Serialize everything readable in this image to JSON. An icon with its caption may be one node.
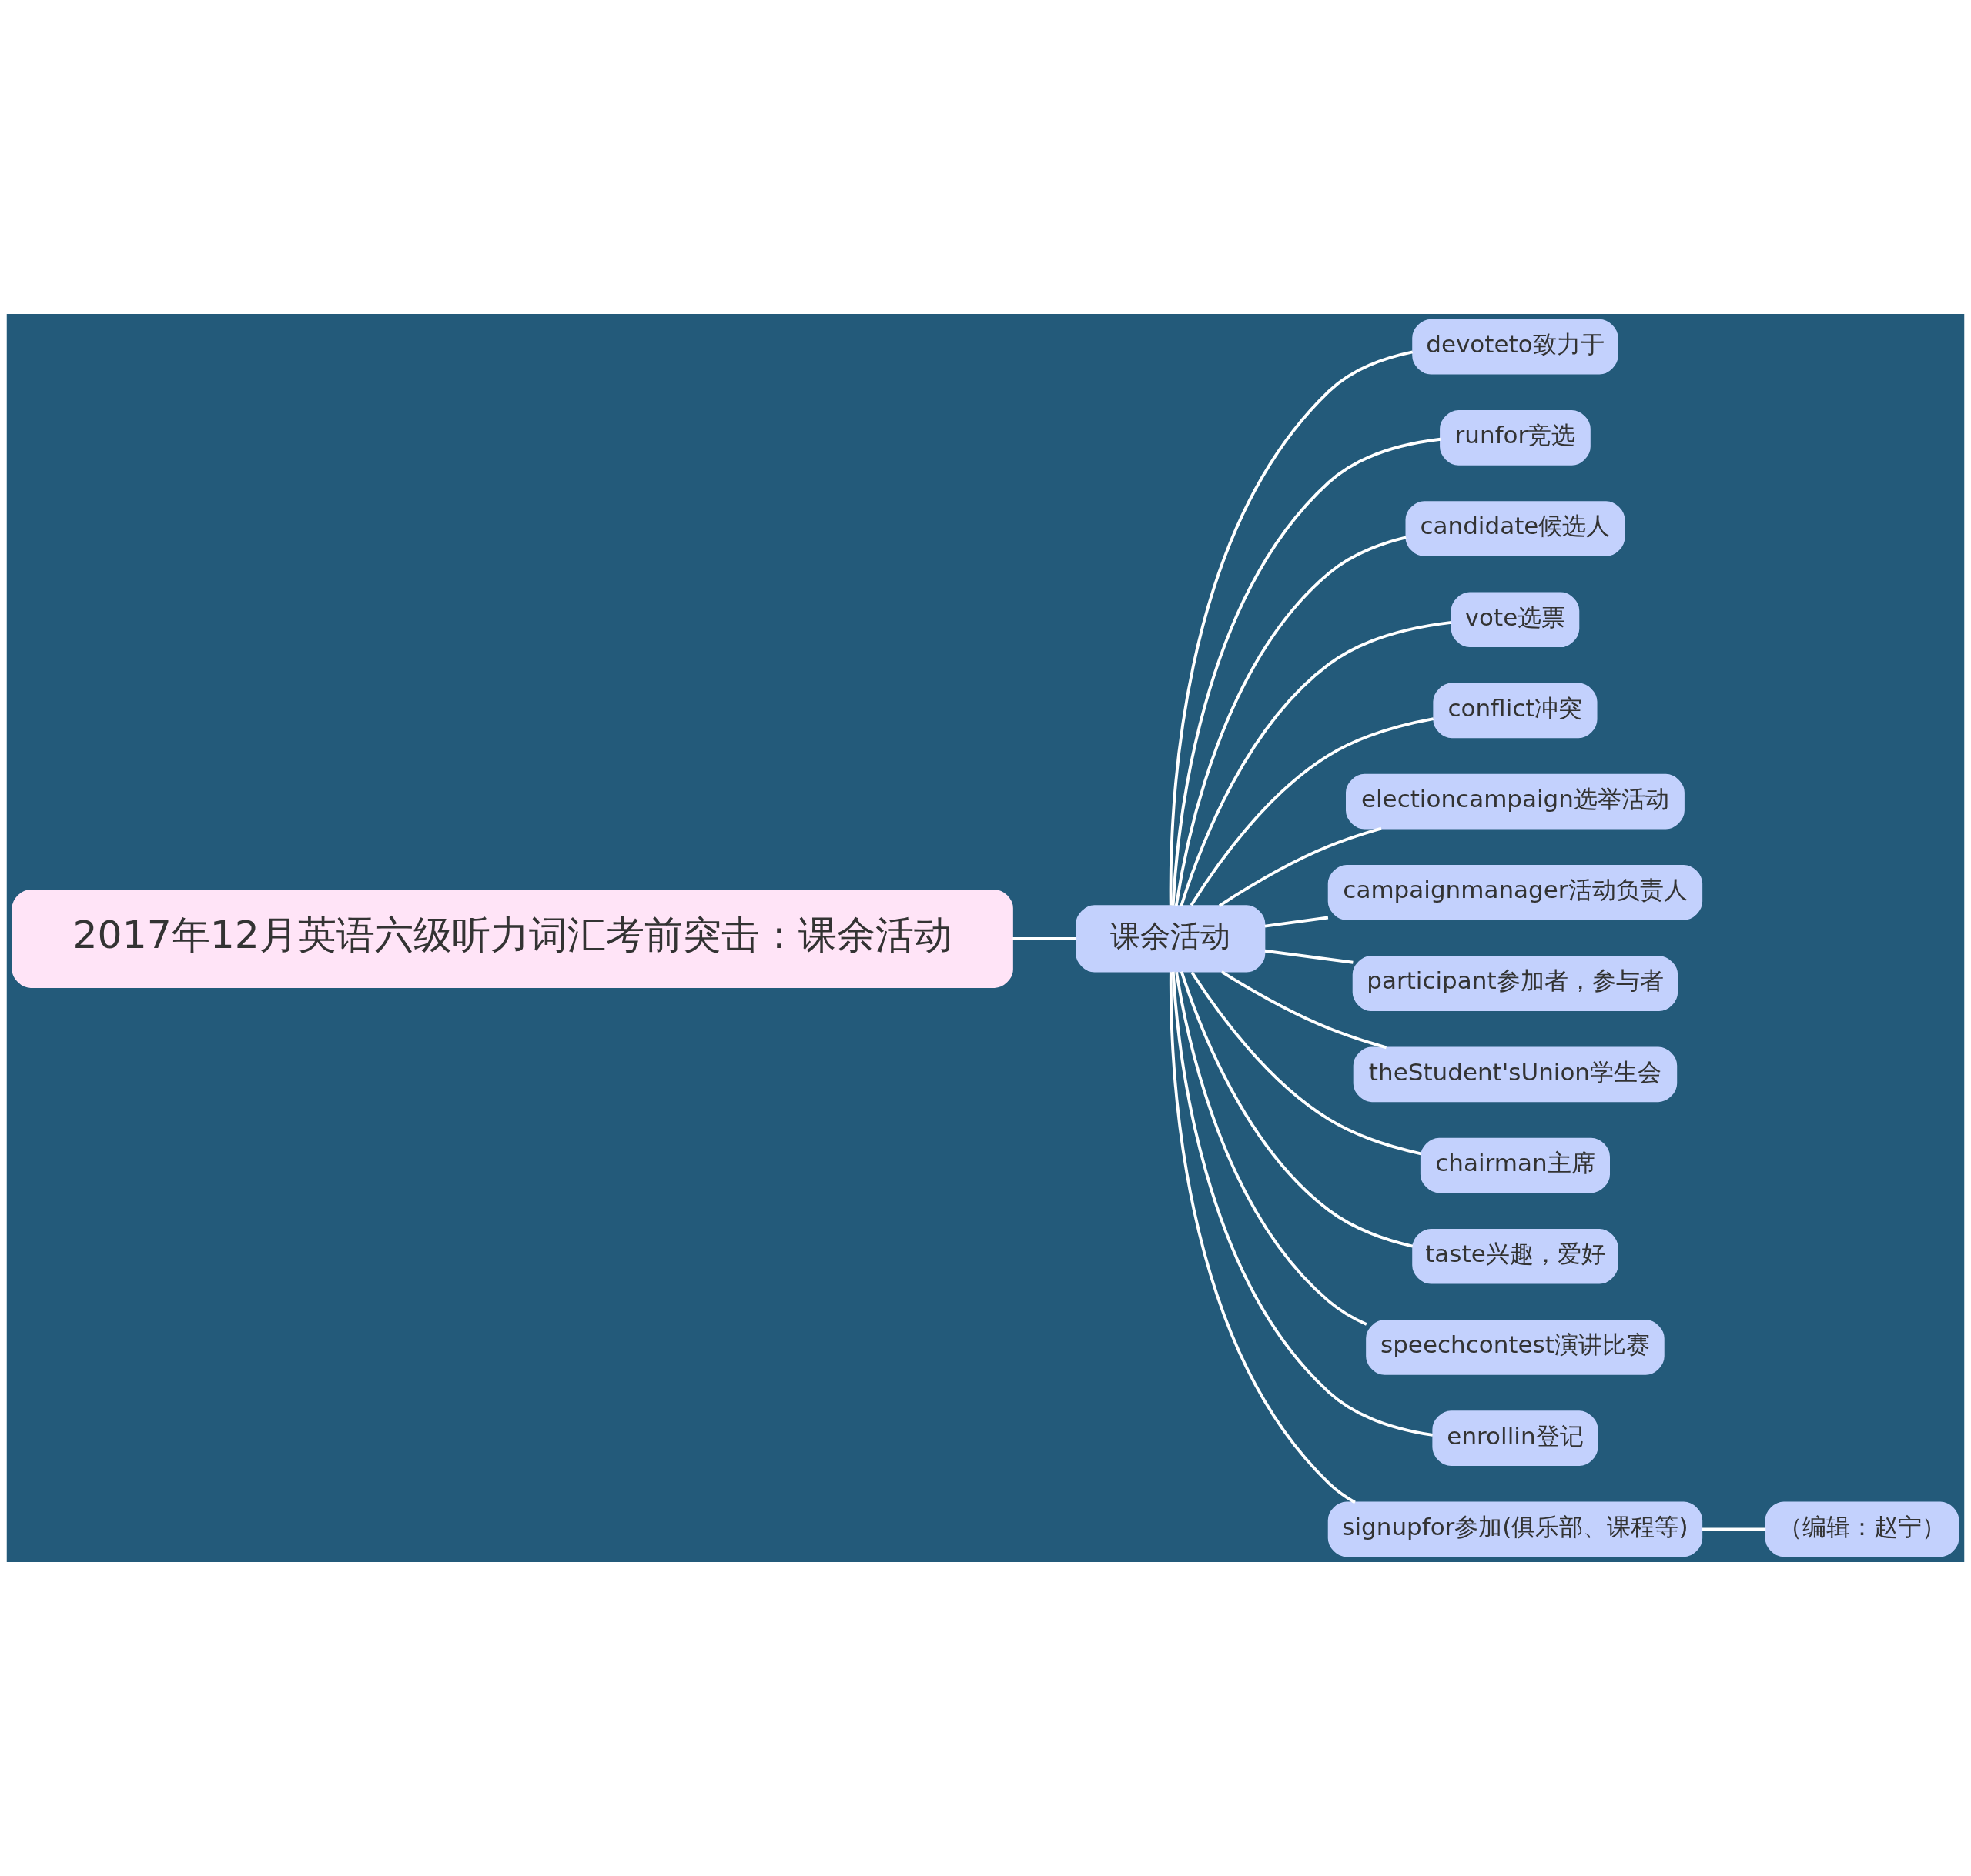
{
  "diagram": {
    "nodes": [
      {
        "text": [
          "2017年12月英语六级听力词汇考前突击：课余活动"
        ]
      },
      {
        "text": [
          "课余活动"
        ]
      },
      {
        "text": [
          "devoteto致力于"
        ]
      },
      {
        "text": [
          "runfor竞选"
        ]
      },
      {
        "text": [
          "candidate候选人"
        ]
      },
      {
        "text": [
          "vote选票"
        ]
      },
      {
        "text": [
          "conflict冲突"
        ]
      },
      {
        "text": [
          "electioncampaign选举活动"
        ]
      },
      {
        "text": [
          "campaignmanager活动负责人"
        ]
      },
      {
        "text": [
          "participant参加者，参与者"
        ]
      },
      {
        "text": [
          "theStudent'sUnion学生会"
        ]
      },
      {
        "text": [
          "chairman主席"
        ]
      },
      {
        "text": [
          "taste兴趣，爱好"
        ]
      },
      {
        "text": [
          "speechcontest演讲比赛"
        ]
      },
      {
        "text": [
          "enrollin登记"
        ]
      },
      {
        "text": [
          "signupfor参加(俱乐部、课程等)"
        ]
      },
      {
        "text": [
          "（编辑：赵宁）"
        ]
      }
    ],
    "edges": [
      {
        "from": 0,
        "to": 1,
        "arrow": "none"
      },
      {
        "from": 1,
        "to": 2,
        "arrow": "none"
      },
      {
        "from": 1,
        "to": 3,
        "arrow": "none"
      },
      {
        "from": 1,
        "to": 4,
        "arrow": "none"
      },
      {
        "from": 1,
        "to": 5,
        "arrow": "none"
      },
      {
        "from": 1,
        "to": 6,
        "arrow": "none"
      },
      {
        "from": 1,
        "to": 7,
        "arrow": "none"
      },
      {
        "from": 1,
        "to": 8,
        "arrow": "none"
      },
      {
        "from": 1,
        "to": 9,
        "arrow": "none"
      },
      {
        "from": 1,
        "to": 10,
        "arrow": "none"
      },
      {
        "from": 1,
        "to": 11,
        "arrow": "none"
      },
      {
        "from": 1,
        "to": 12,
        "arrow": "none"
      },
      {
        "from": 1,
        "to": 13,
        "arrow": "none"
      },
      {
        "from": 1,
        "to": 14,
        "arrow": "none"
      },
      {
        "from": 1,
        "to": 15,
        "arrow": "none"
      },
      {
        "from": 15,
        "to": 16,
        "arrow": "none"
      }
    ]
  }
}
